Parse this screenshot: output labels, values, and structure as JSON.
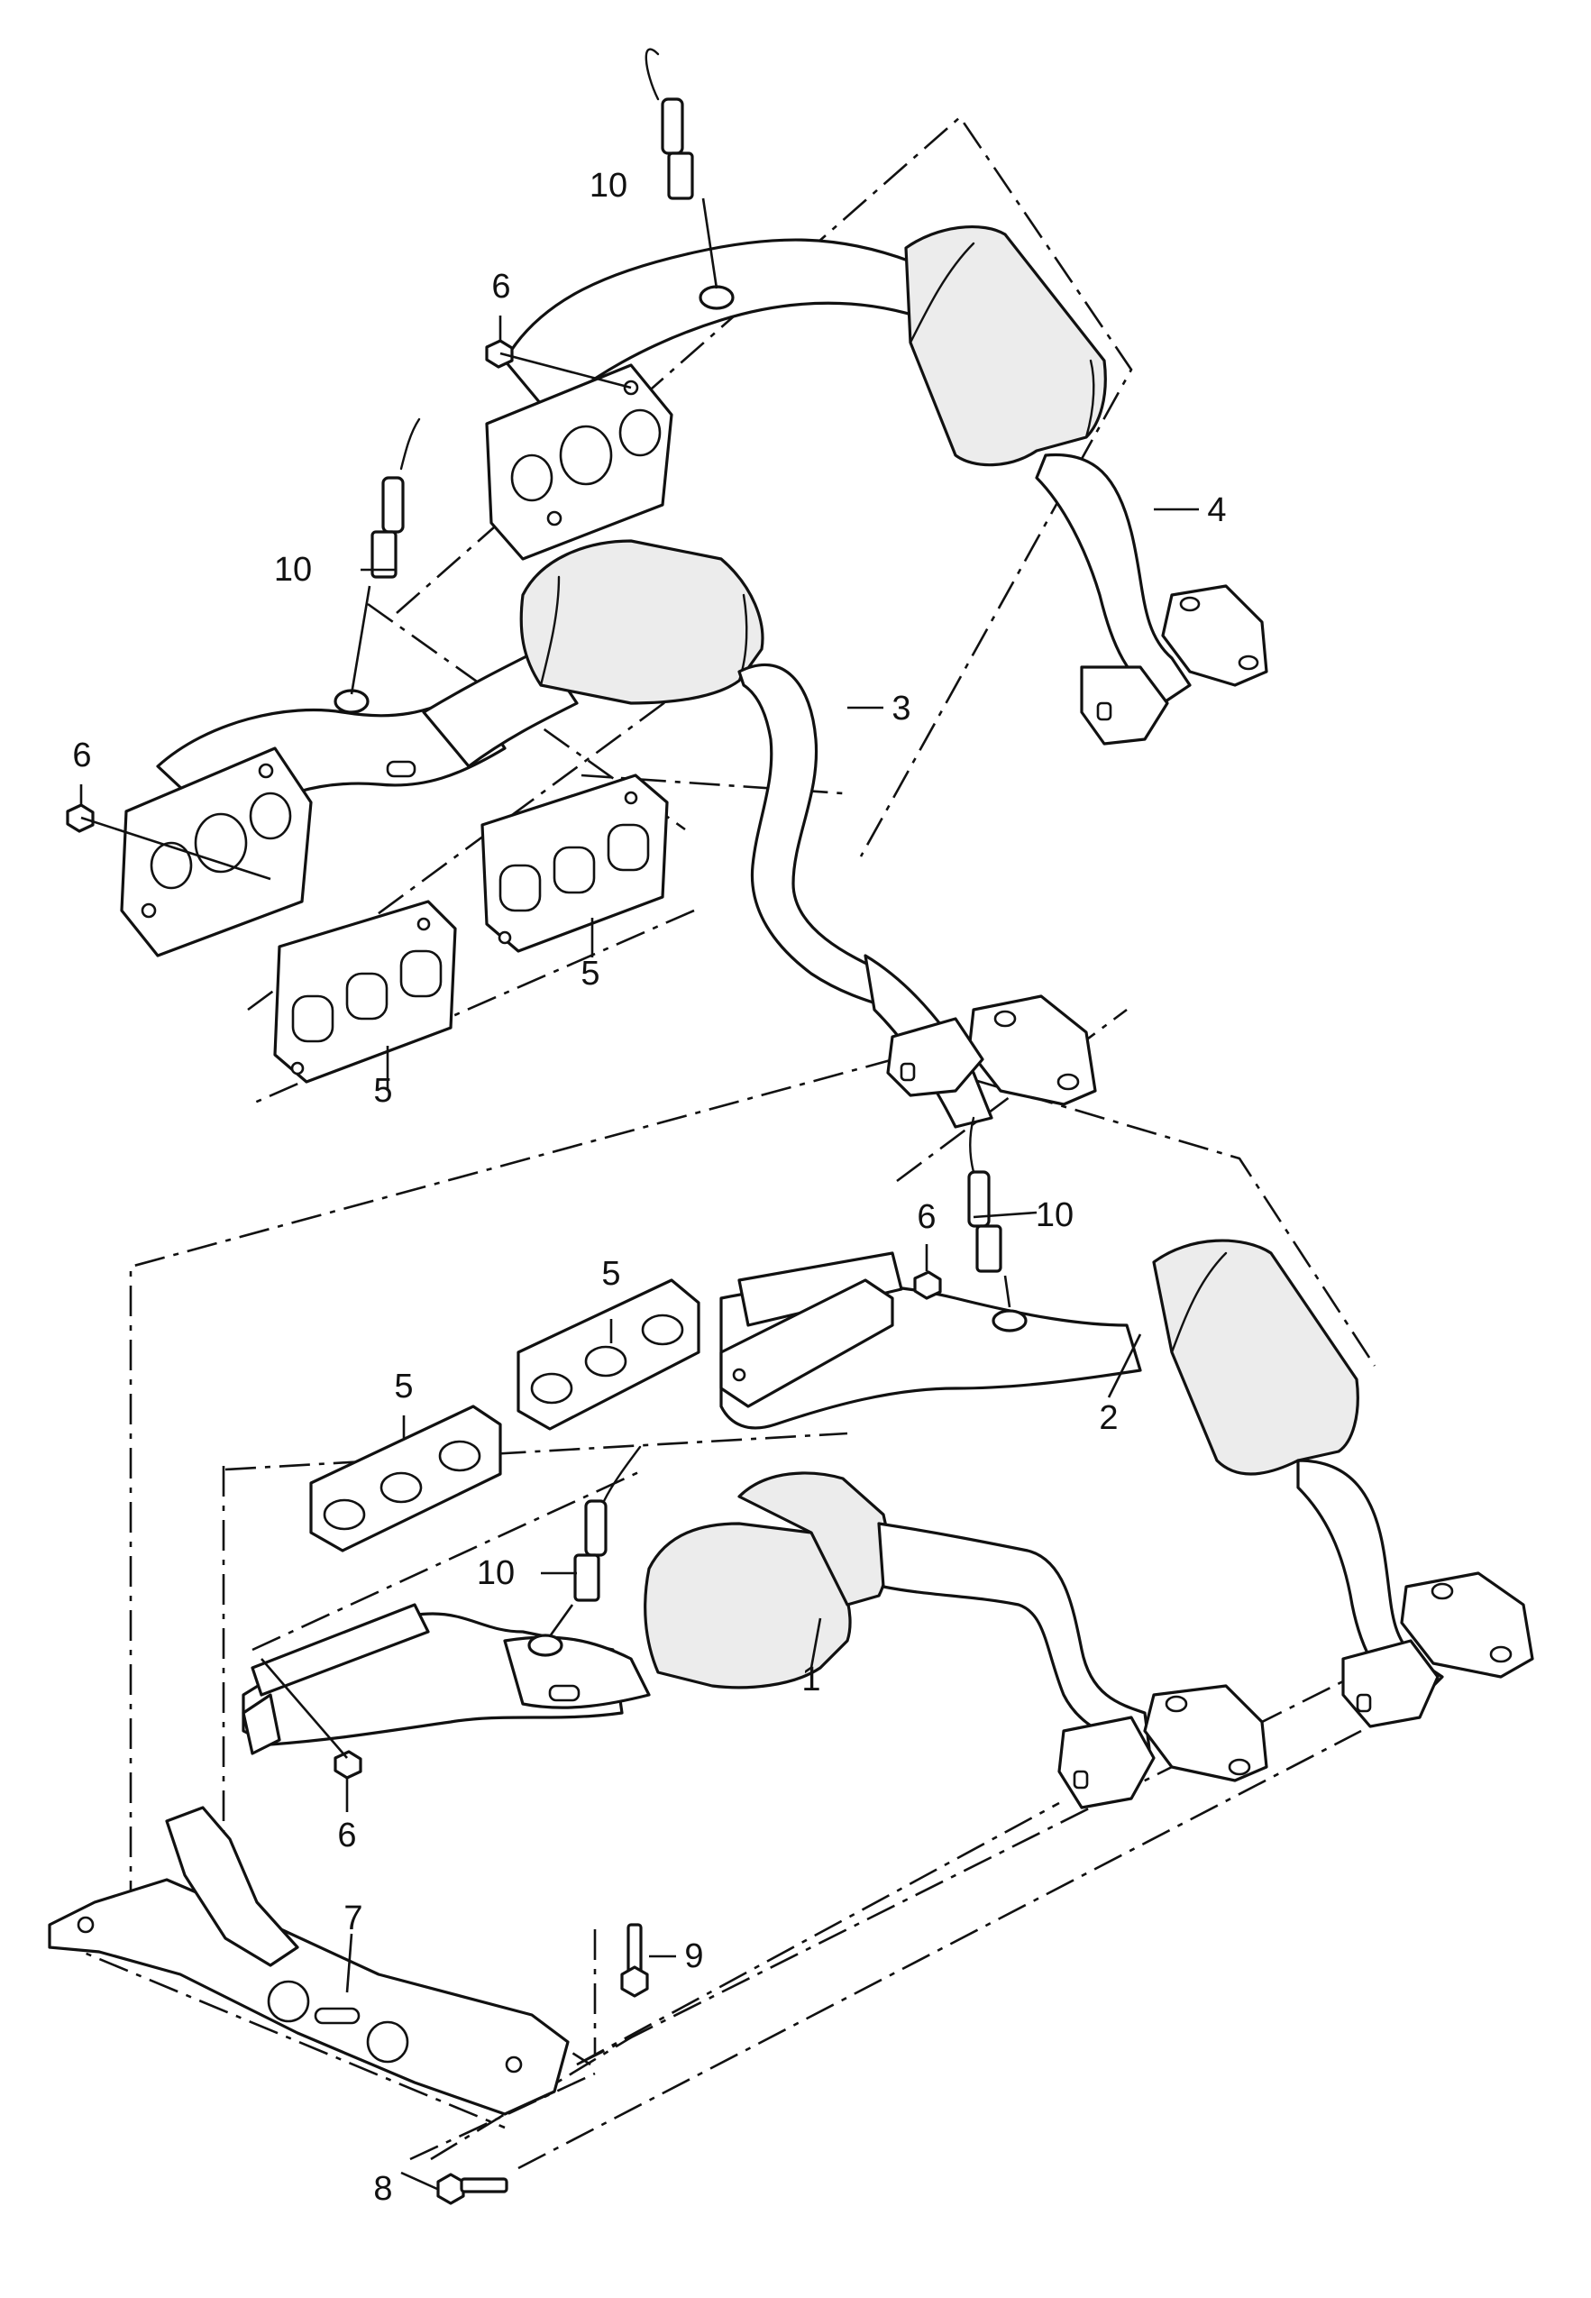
{
  "diagram": {
    "kind": "exploded-parts-diagram",
    "callouts": {
      "c1": "1",
      "c2": "2",
      "c3": "3",
      "c4": "4",
      "c5a": "5",
      "c5b": "5",
      "c5c": "5",
      "c5d": "5",
      "c6a": "6",
      "c6b": "6",
      "c6c": "6",
      "c6d": "6",
      "c7": "7",
      "c8": "8",
      "c9": "9",
      "c10a": "10",
      "c10b": "10",
      "c10c": "10",
      "c10d": "10"
    }
  }
}
